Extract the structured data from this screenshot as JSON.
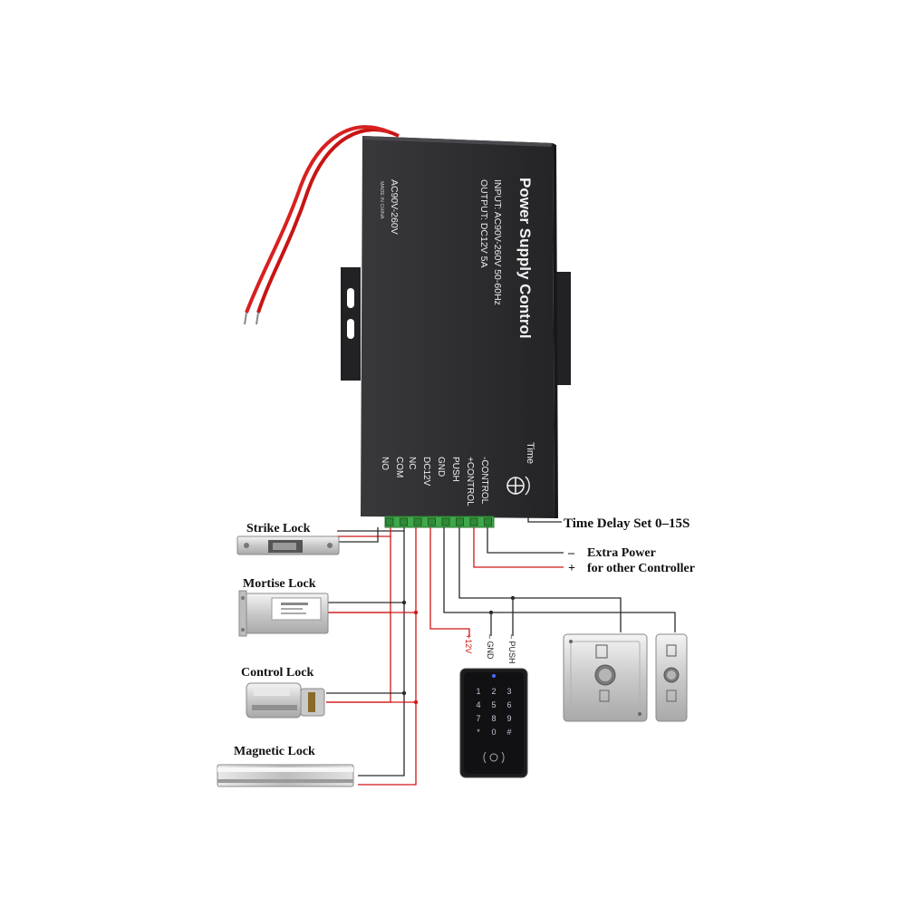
{
  "device": {
    "title": "Power Supply Control",
    "input": "INPUT: AC90V-260V 50-60Hz",
    "output": "OUTPUT: DC12V 5A",
    "side_voltage": "AC90V-260V",
    "made_in": "MADE IN CHINA",
    "time_label": "Time"
  },
  "terminals": [
    "-CONTROL",
    "+CONTROL",
    "PUSH",
    "GND",
    "DC12V",
    "NC",
    "COM",
    "NO"
  ],
  "locks": {
    "strike": "Strike Lock",
    "mortise": "Mortise Lock",
    "control": "Control Lock",
    "magnetic": "Magnetic Lock"
  },
  "annotations": {
    "time_delay": "Time Delay Set 0–15S",
    "extra_power_minus_sign": "–",
    "extra_power_line1": "Extra Power",
    "extra_power_plus_sign": "+",
    "extra_power_line2": "for other Controller"
  },
  "keypad_wires": {
    "plus12v": "+12V",
    "gnd": "– GND",
    "push": "– PUSH"
  },
  "keypad": {
    "keys": [
      "1",
      "2",
      "3",
      "4",
      "5",
      "6",
      "7",
      "8",
      "9",
      "*",
      "0",
      "#"
    ]
  },
  "colors": {
    "device_body": "#2b2b2d",
    "wire_red": "#d01818",
    "wire_black": "#2a2a2a",
    "terminal_green": "#3fa84a"
  }
}
